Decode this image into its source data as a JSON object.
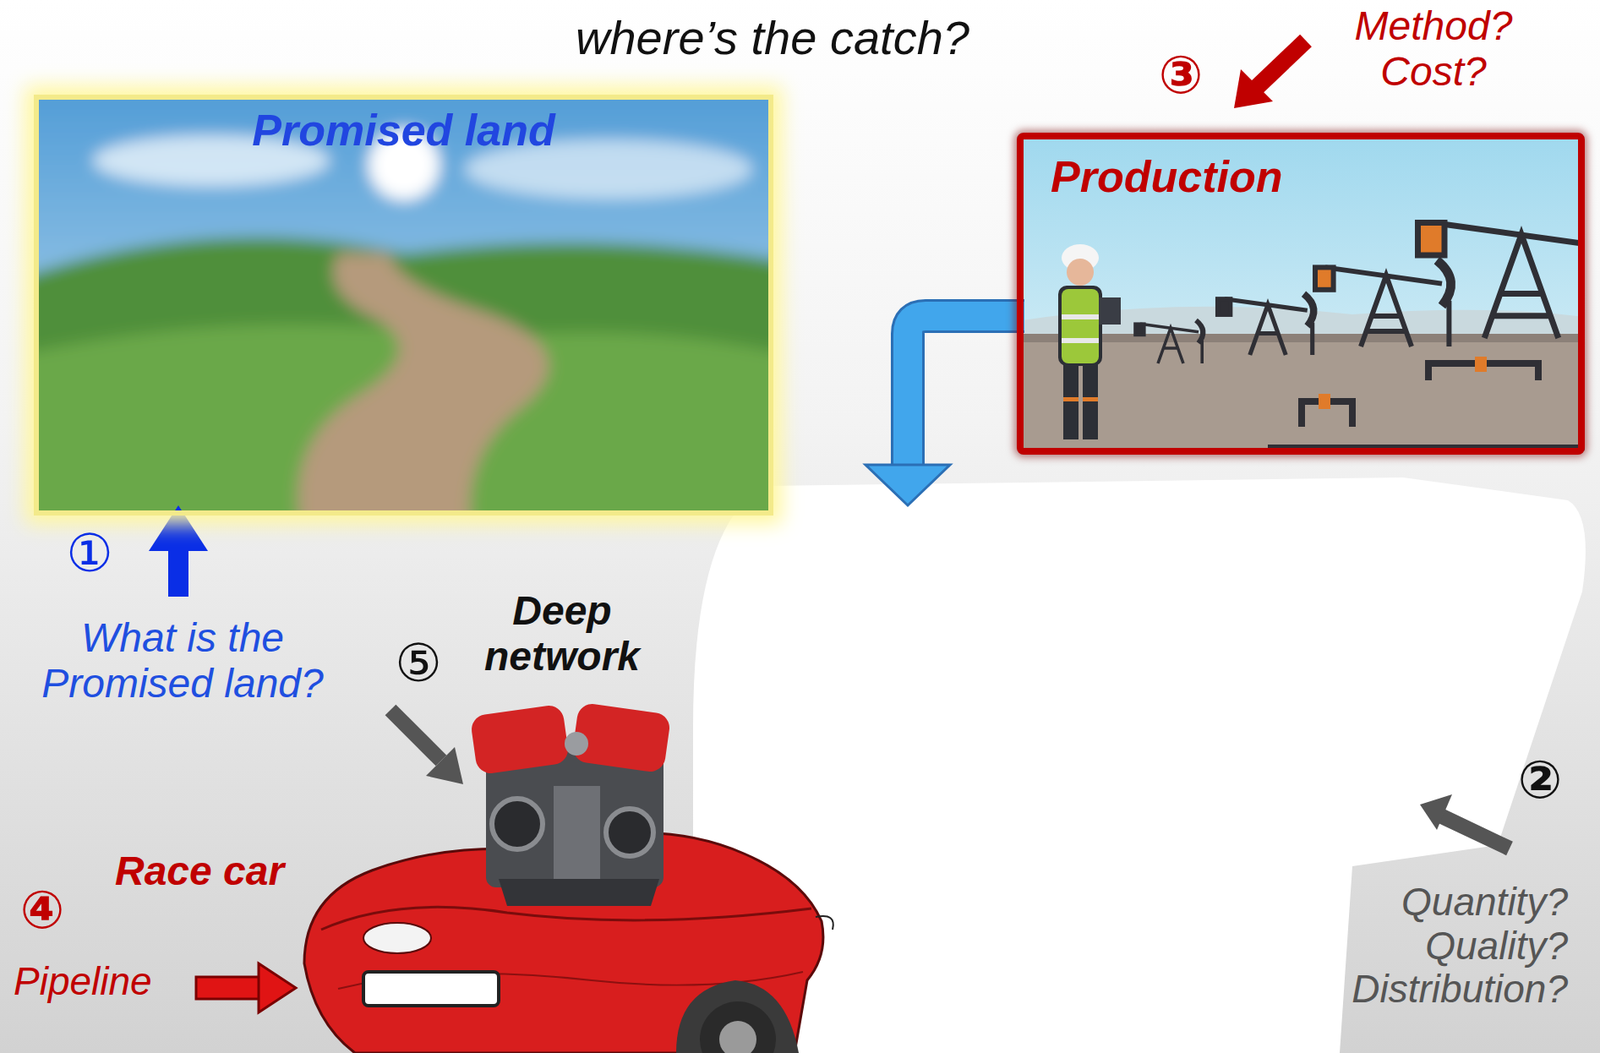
{
  "diagram": {
    "nodes": [
      {
        "text": [
          "Promised land"
        ]
      },
      {
        "text": [
          "Production"
        ]
      }
    ],
    "labels": [
      "where’s the catch?",
      "③",
      "Method? Cost?",
      "①",
      "What is the Promised land?",
      "⑤",
      "Deep network",
      "Race car",
      "④",
      "Pipeline",
      "②",
      "Quantity? Quality? Distribution?"
    ]
  }
}
